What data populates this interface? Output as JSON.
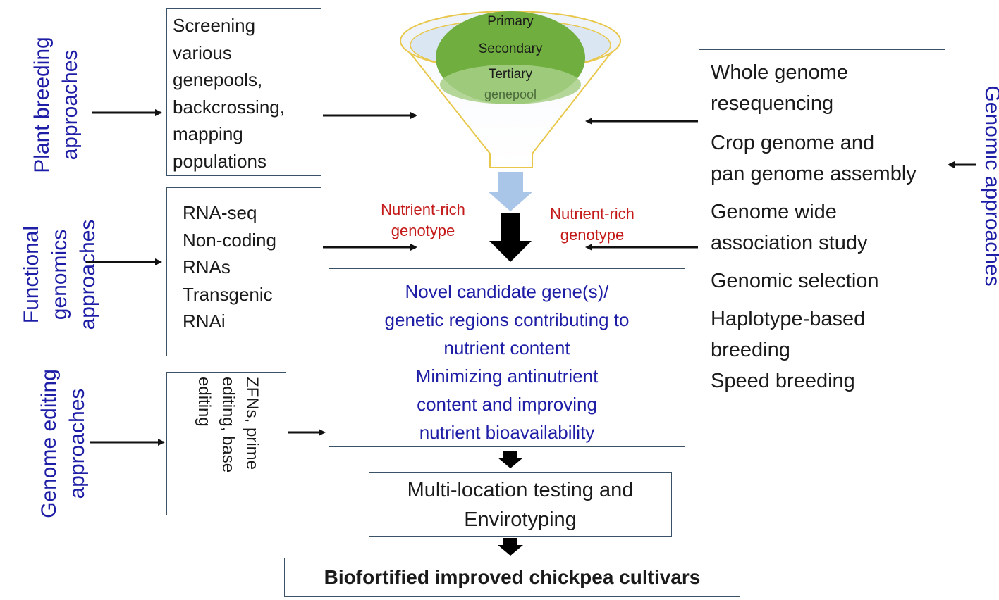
{
  "left_labels": {
    "plant_breeding": [
      "Plant breeding",
      "approaches"
    ],
    "functional_genomics": [
      "Functional",
      "genomics",
      "approaches"
    ],
    "genome_editing": [
      "Genome editing",
      "approaches"
    ]
  },
  "right_label": "Genomic approaches",
  "boxes": {
    "plant_breeding": [
      "Screening",
      "various",
      "genepools,",
      "backcrossing,",
      "mapping",
      "populations"
    ],
    "functional_genomics": [
      "RNA-seq",
      "Non-coding",
      "RNAs",
      "Transgenic",
      "RNAi"
    ],
    "genome_editing": [
      "ZFNs, prime",
      "editing, base",
      "editing"
    ],
    "genomic": [
      "Whole genome",
      "resequencing",
      "Crop genome  and",
      "pan genome assembly",
      "Genome wide",
      "association study",
      "Genomic selection",
      "Haplotype-based",
      "breeding",
      "Speed breeding"
    ],
    "center": [
      "Novel candidate gene(s)/",
      "genetic regions contributing to",
      "nutrient content",
      "Minimizing antinutrient",
      "content and improving",
      "nutrient bioavailability"
    ],
    "multi_location": [
      "Multi-location testing and",
      "Envirotyping"
    ],
    "final": "Biofortified improved chickpea cultivars"
  },
  "funnel": {
    "labels": [
      "Primary",
      "Secondary",
      "Tertiary",
      "genepool"
    ]
  },
  "nutrient_rich": {
    "left": [
      "Nutrient-rich",
      "genotype"
    ],
    "right": [
      "Nutrient-rich",
      "genotype"
    ]
  },
  "colors": {
    "label_blue": "#1d1da6",
    "nutrient_red": "#c41a1a",
    "box_border": "#3b5166",
    "funnel_green": "#6fae3f",
    "funnel_outline": "#e8c74a",
    "funnel_arrow": "#a9c6e8"
  }
}
